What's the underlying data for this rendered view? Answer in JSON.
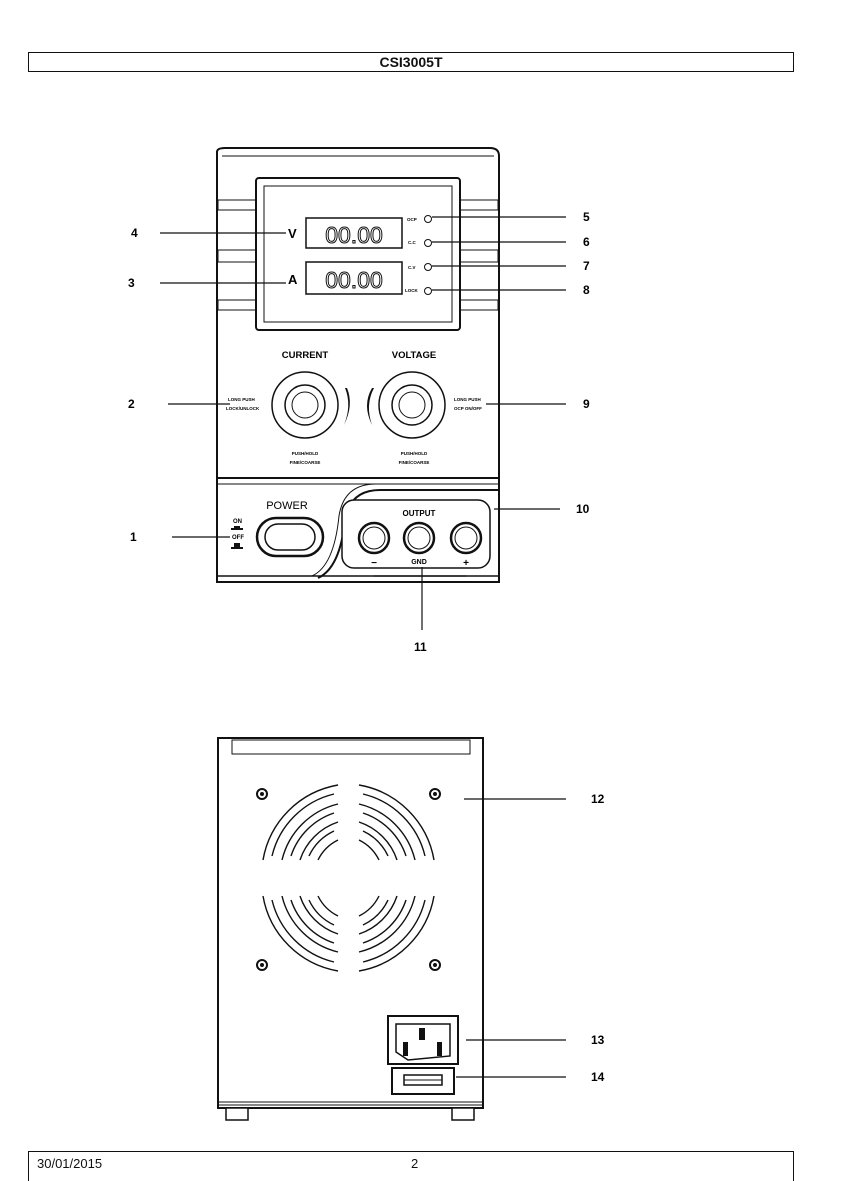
{
  "header": {
    "model": "CSI3005T"
  },
  "front_panel": {
    "display": {
      "voltage_unit": "V",
      "current_unit": "A",
      "voltage_readout": "00.00",
      "current_readout": "00.00",
      "indicators": [
        "OCP",
        "C.C",
        "C.V",
        "LOCK"
      ]
    },
    "knobs": {
      "current_title": "CURRENT",
      "voltage_title": "VOLTAGE",
      "current_side_line1": "LONG PUSH",
      "current_side_line2": "LOCK/UNLOCK",
      "voltage_side_line1": "LONG PUSH",
      "voltage_side_line2": "OCP ON/OFF",
      "current_below_line1": "PUSH/HOLD",
      "current_below_line2": "FINE/COARSE",
      "voltage_below_line1": "PUSH/HOLD",
      "voltage_below_line2": "FINE/COARSE"
    },
    "power": {
      "label": "POWER",
      "on_label": "ON",
      "off_label": "OFF"
    },
    "output": {
      "label": "OUTPUT",
      "gnd_label": "GND",
      "minus": "−",
      "plus": "+"
    }
  },
  "callouts": {
    "front": [
      "1",
      "2",
      "3",
      "4",
      "5",
      "6",
      "7",
      "8",
      "9",
      "10",
      "11"
    ],
    "rear": [
      "12",
      "13",
      "14"
    ]
  },
  "footer": {
    "date": "30/01/2015",
    "page": "2"
  }
}
